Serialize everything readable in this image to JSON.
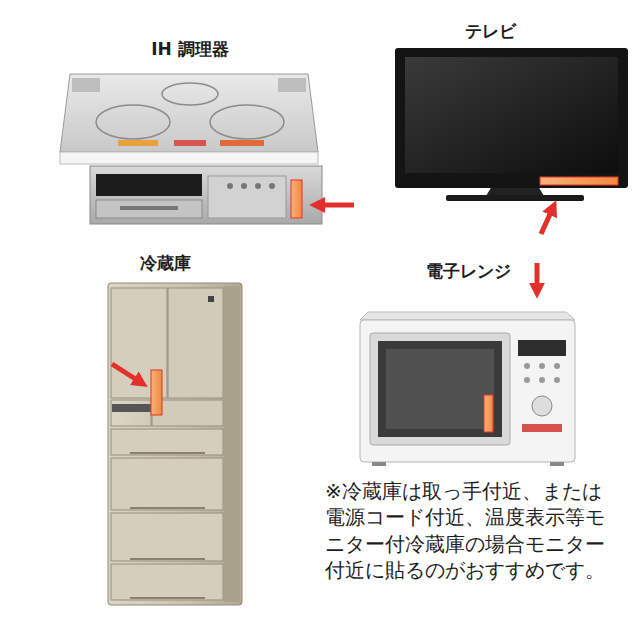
{
  "diagram": {
    "labels": [
      "IH 調理器",
      "テレビ",
      "冷蔵庫",
      "電子レンジ",
      "※冷蔵庫は取っ手付近、または 電源コード付近、温度表示等モ ニター付冷蔵庫の場合モニター 付近に貼るのがおすすめです。"
    ]
  }
}
